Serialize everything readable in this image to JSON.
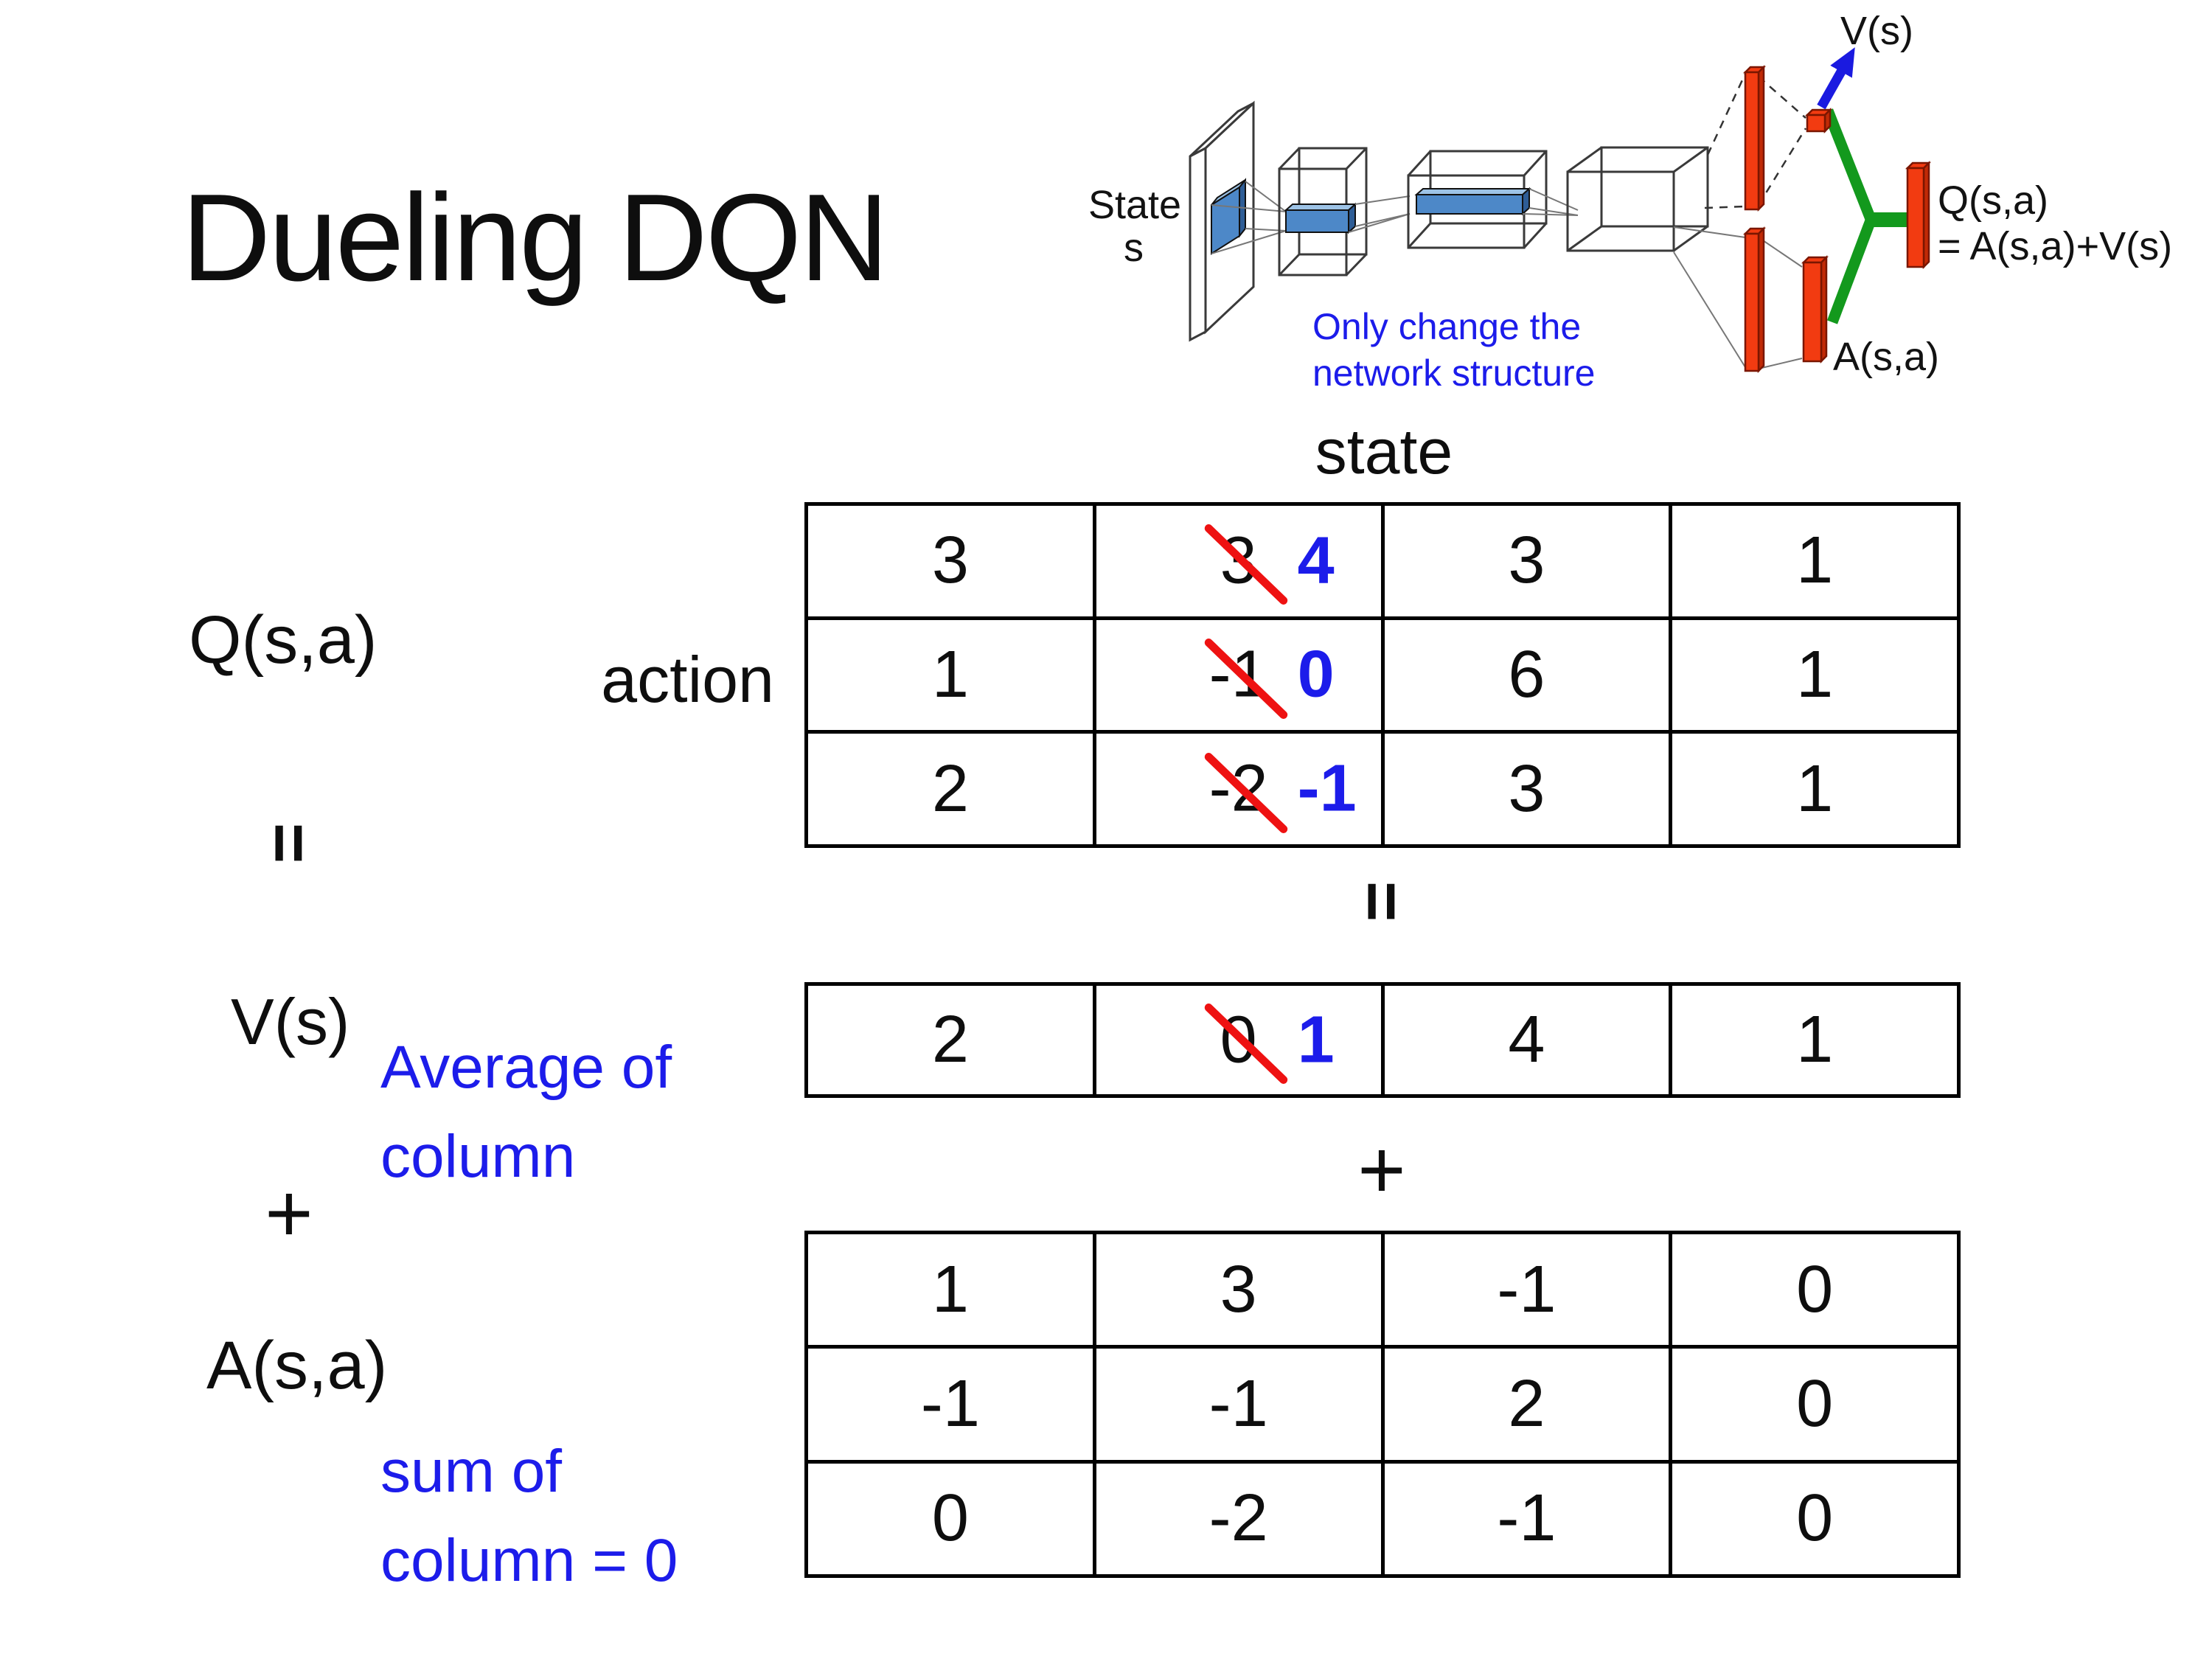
{
  "title": "Dueling DQN",
  "colors": {
    "text": "#0e0e0e",
    "accent_blue": "#1c1cea",
    "strike_red": "#ee1212",
    "diagram_green": "#13991d",
    "diagram_red": "#f23b11",
    "diagram_red_dark": "#7a1600",
    "diagram_red_side": "#c12a06",
    "filter_blue": "#4d88c8",
    "filter_blue_light": "#9dc3e6",
    "filter_blue_dark": "#2e5d96",
    "arrow_blue": "#1a1ae0",
    "wire": "#3a3a3a"
  },
  "diagram": {
    "state1": "State",
    "state2": "s",
    "note1": "Only change the",
    "note2": "network structure",
    "v": "V(s)",
    "q1": "Q(s,a)",
    "q2": "= A(s,a)+V(s)",
    "a": "A(s,a)"
  },
  "eq": {
    "state": "state",
    "action": "action",
    "q": "Q(s,a)",
    "eq1": "=",
    "eq2": "=",
    "plus1": "+",
    "plus2": "+",
    "v": "V(s)",
    "avg1": "Average of",
    "avg2": "column",
    "a": "A(s,a)",
    "sum1": "sum of",
    "sum2": "column = 0"
  },
  "q_table": {
    "rows": [
      {
        "c1": "3",
        "c2_old": "3",
        "c2_new": "4",
        "c3": "3",
        "c4": "1"
      },
      {
        "c1": "1",
        "c2_old": "-1",
        "c2_new": "0",
        "c3": "6",
        "c4": "1"
      },
      {
        "c1": "2",
        "c2_old": "-2",
        "c2_new": "-1",
        "c3": "3",
        "c4": "1"
      }
    ]
  },
  "v_table": {
    "c1": "2",
    "c2_old": "0",
    "c2_new": "1",
    "c3": "4",
    "c4": "1"
  },
  "a_table": {
    "rows": [
      {
        "c1": "1",
        "c2": "3",
        "c3": "-1",
        "c4": "0"
      },
      {
        "c1": "-1",
        "c2": "-1",
        "c3": "2",
        "c4": "0"
      },
      {
        "c1": "0",
        "c2": "-2",
        "c3": "-1",
        "c4": "0"
      }
    ]
  }
}
